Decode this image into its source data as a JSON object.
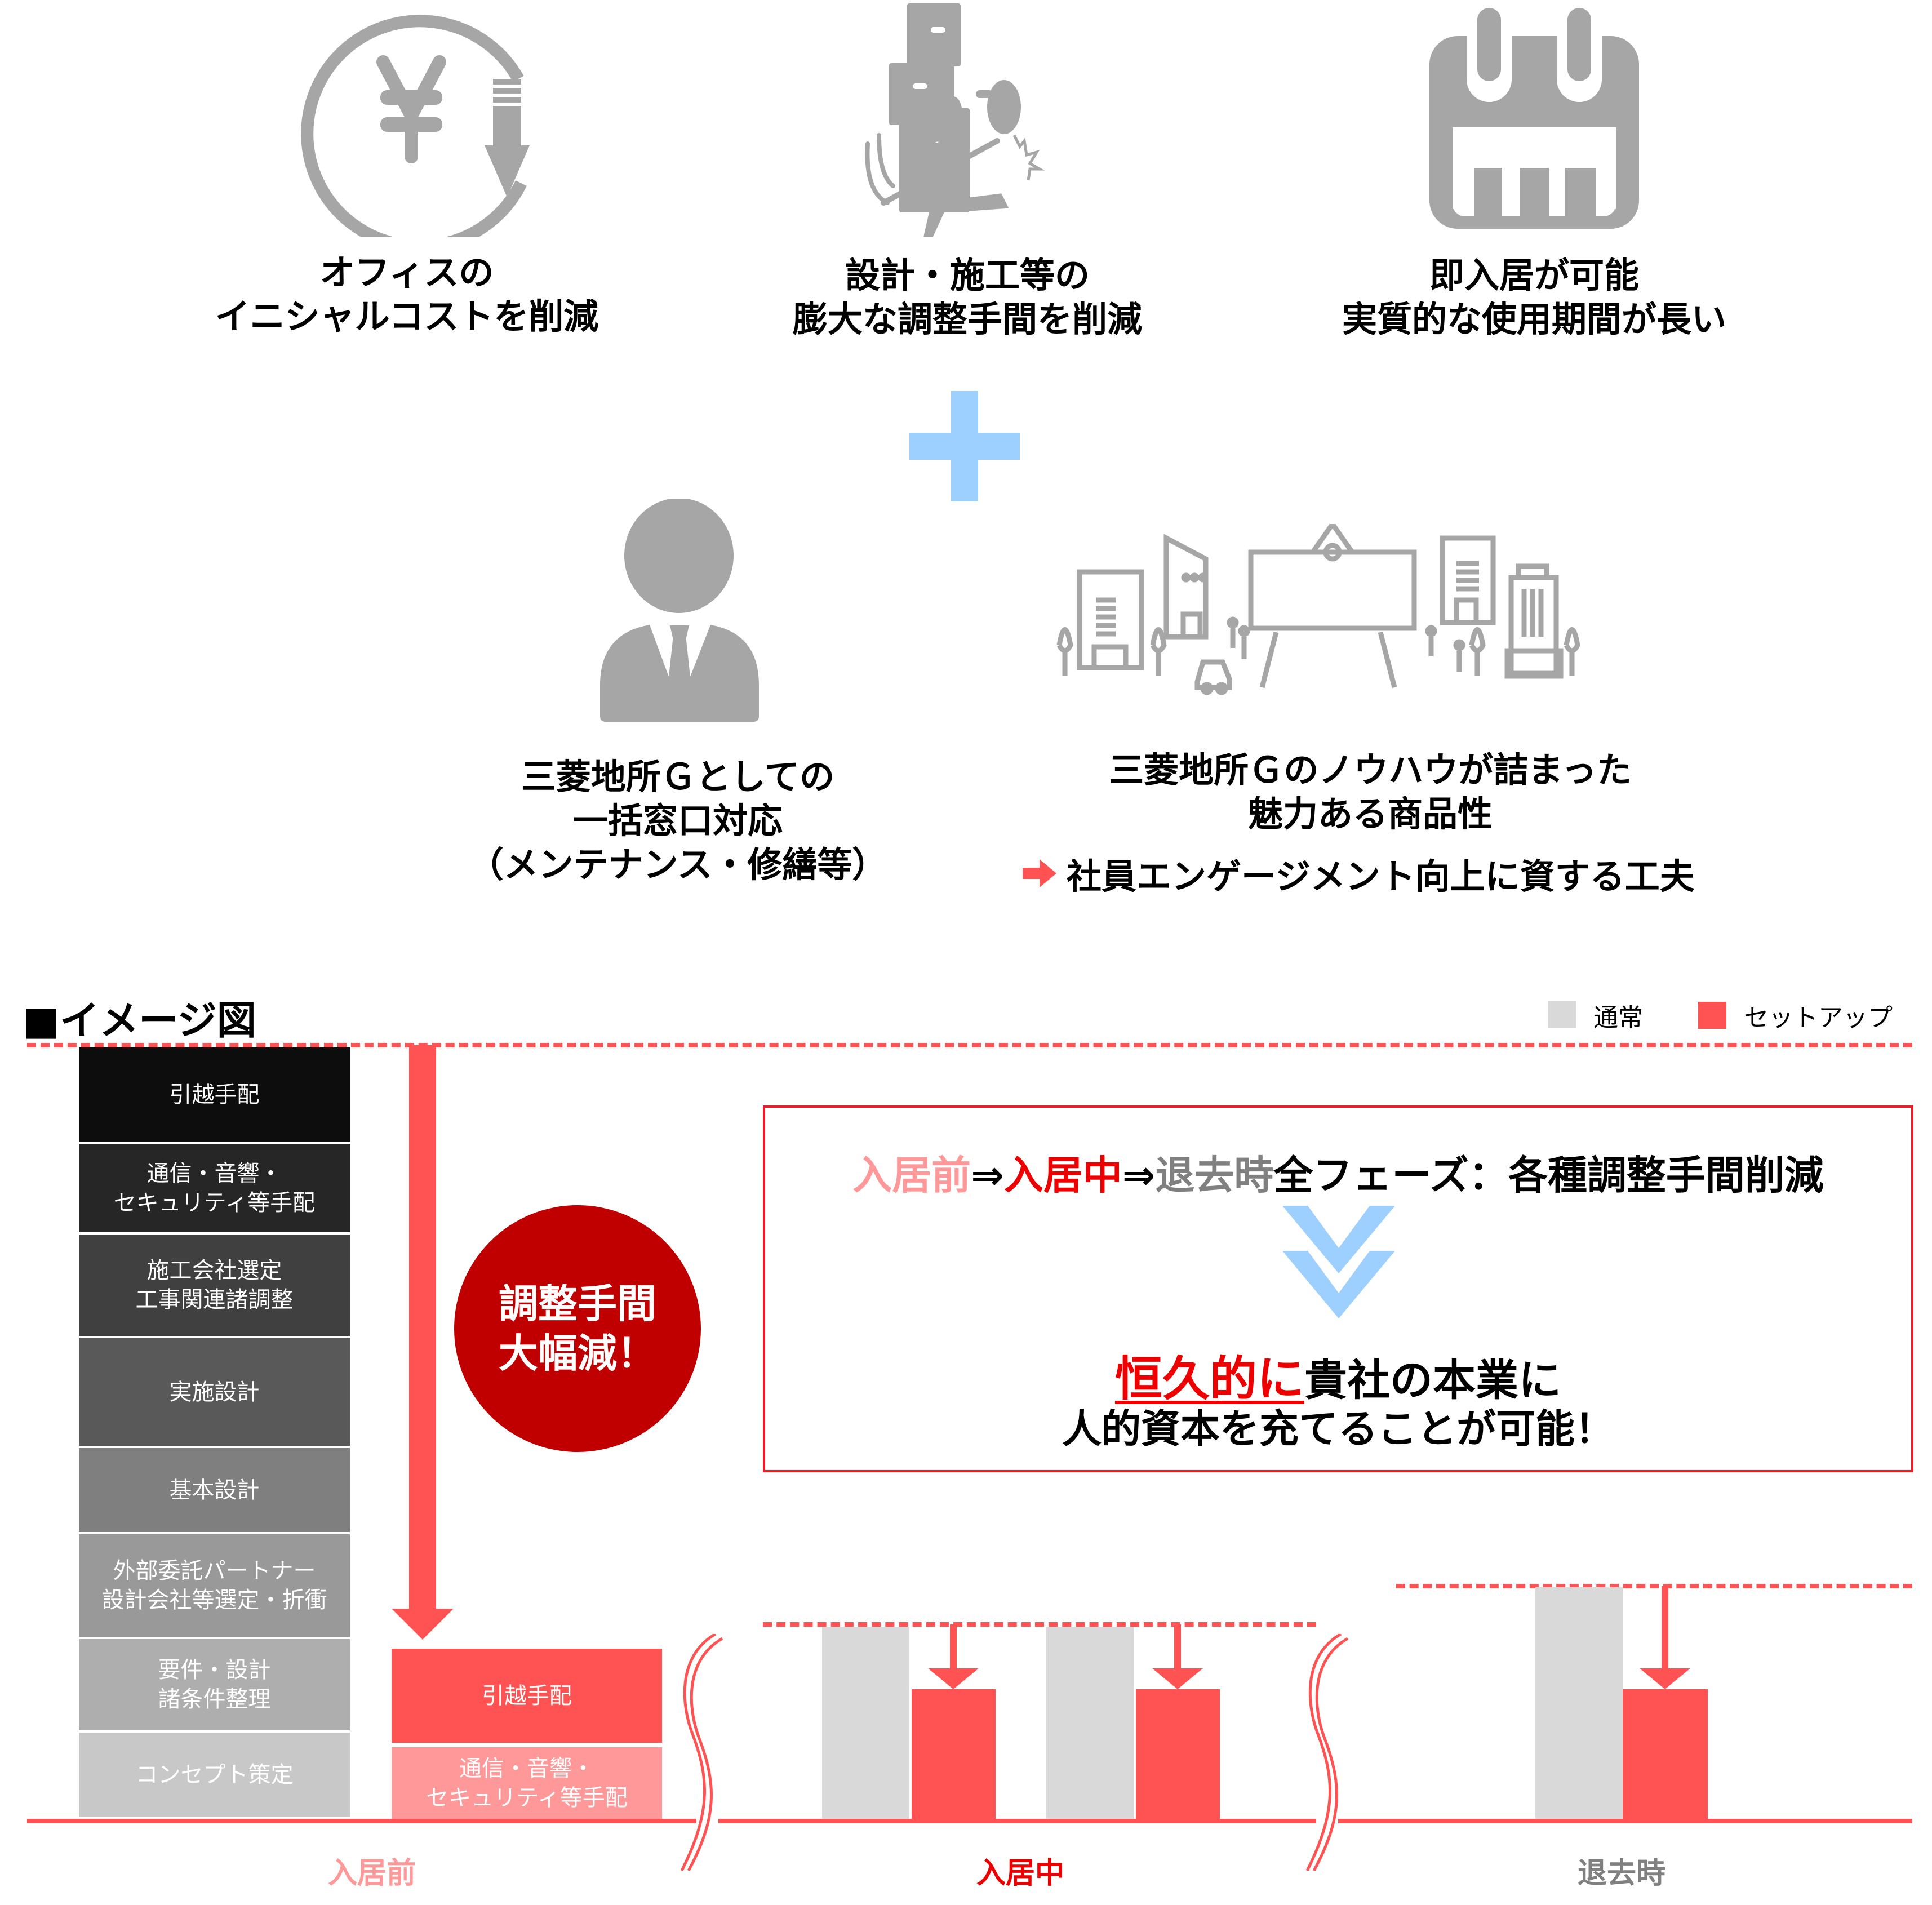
{
  "benefits": [
    {
      "icon": "yen-down-icon",
      "lines": [
        "オフィスの",
        "イニシャルコストを削減"
      ]
    },
    {
      "icon": "overloaded-worker-icon",
      "lines": [
        "設計・施工等の",
        "膨大な調整手間を削減"
      ]
    },
    {
      "icon": "calendar-icon",
      "lines": [
        "即入居が可能",
        "実質的な使用期間が長い"
      ]
    }
  ],
  "plus_icon": "plus-icon",
  "extras": [
    {
      "icon": "business-person-icon",
      "lines": [
        "三菱地所Ｇとしての",
        "一括窓口対応",
        "（メンテナンス・修繕等）"
      ]
    },
    {
      "icon": "city-buildings-icon",
      "lines": [
        "三菱地所Ｇのノウハウが詰まった",
        "魅力ある商品性"
      ],
      "sub_arrow_icon": "right-arrow-icon",
      "sub_line": "社員エンゲージメント向上に資する工夫"
    }
  ],
  "diagram": {
    "title": "■イメージ図",
    "legend": [
      {
        "label": "通常",
        "color": "#d9d9d9"
      },
      {
        "label": "セットアップ",
        "color": "#ff5252"
      }
    ],
    "normal_stack": [
      {
        "label": "引越手配",
        "color": "#0d0d0d"
      },
      {
        "label": "通信・音響・\nセキュリティ等手配",
        "color": "#262626"
      },
      {
        "label": "施工会社選定\n工事関連諸調整",
        "color": "#404040"
      },
      {
        "label": "実施設計",
        "color": "#595959"
      },
      {
        "label": "基本設計",
        "color": "#7f7f7f"
      },
      {
        "label": "外部委託パートナー\n設計会社等選定・折衝",
        "color": "#999999"
      },
      {
        "label": "要件・設計\n諸条件整理",
        "color": "#aeaeae"
      },
      {
        "label": "コンセプト策定",
        "color": "#c8c8c8"
      }
    ],
    "setup_stack": [
      {
        "label": "引越手配",
        "color": "#ff5252"
      },
      {
        "label": "通信・音響・\nセキュリティ等手配",
        "color": "#ff9999"
      }
    ],
    "callout_circle": {
      "line1": "調整手間",
      "line2": "大幅減！",
      "color": "#c00000"
    },
    "message": {
      "phase_before": "入居前",
      "arrow1": "⇒",
      "phase_during": "入居中",
      "arrow2": "⇒",
      "phase_after": "退去時",
      "headline_rest": "全フェーズ：各種調整手間削減",
      "emphasis": "恒久的に",
      "line2_rest": "貴社の本業に",
      "line3": "人的資本を充てることが可能！",
      "chevron_icon": "double-chevron-down-icon"
    },
    "phases": [
      {
        "label": "入居前",
        "color": "#ff9999"
      },
      {
        "label": "入居中",
        "color": "#ee0000"
      },
      {
        "label": "退去時",
        "color": "#808080"
      }
    ],
    "colors": {
      "accent": "#ff5252",
      "box_border": "#ee1c25",
      "chevron": "#9dcfff",
      "normal_bar": "#d9d9d9"
    }
  }
}
